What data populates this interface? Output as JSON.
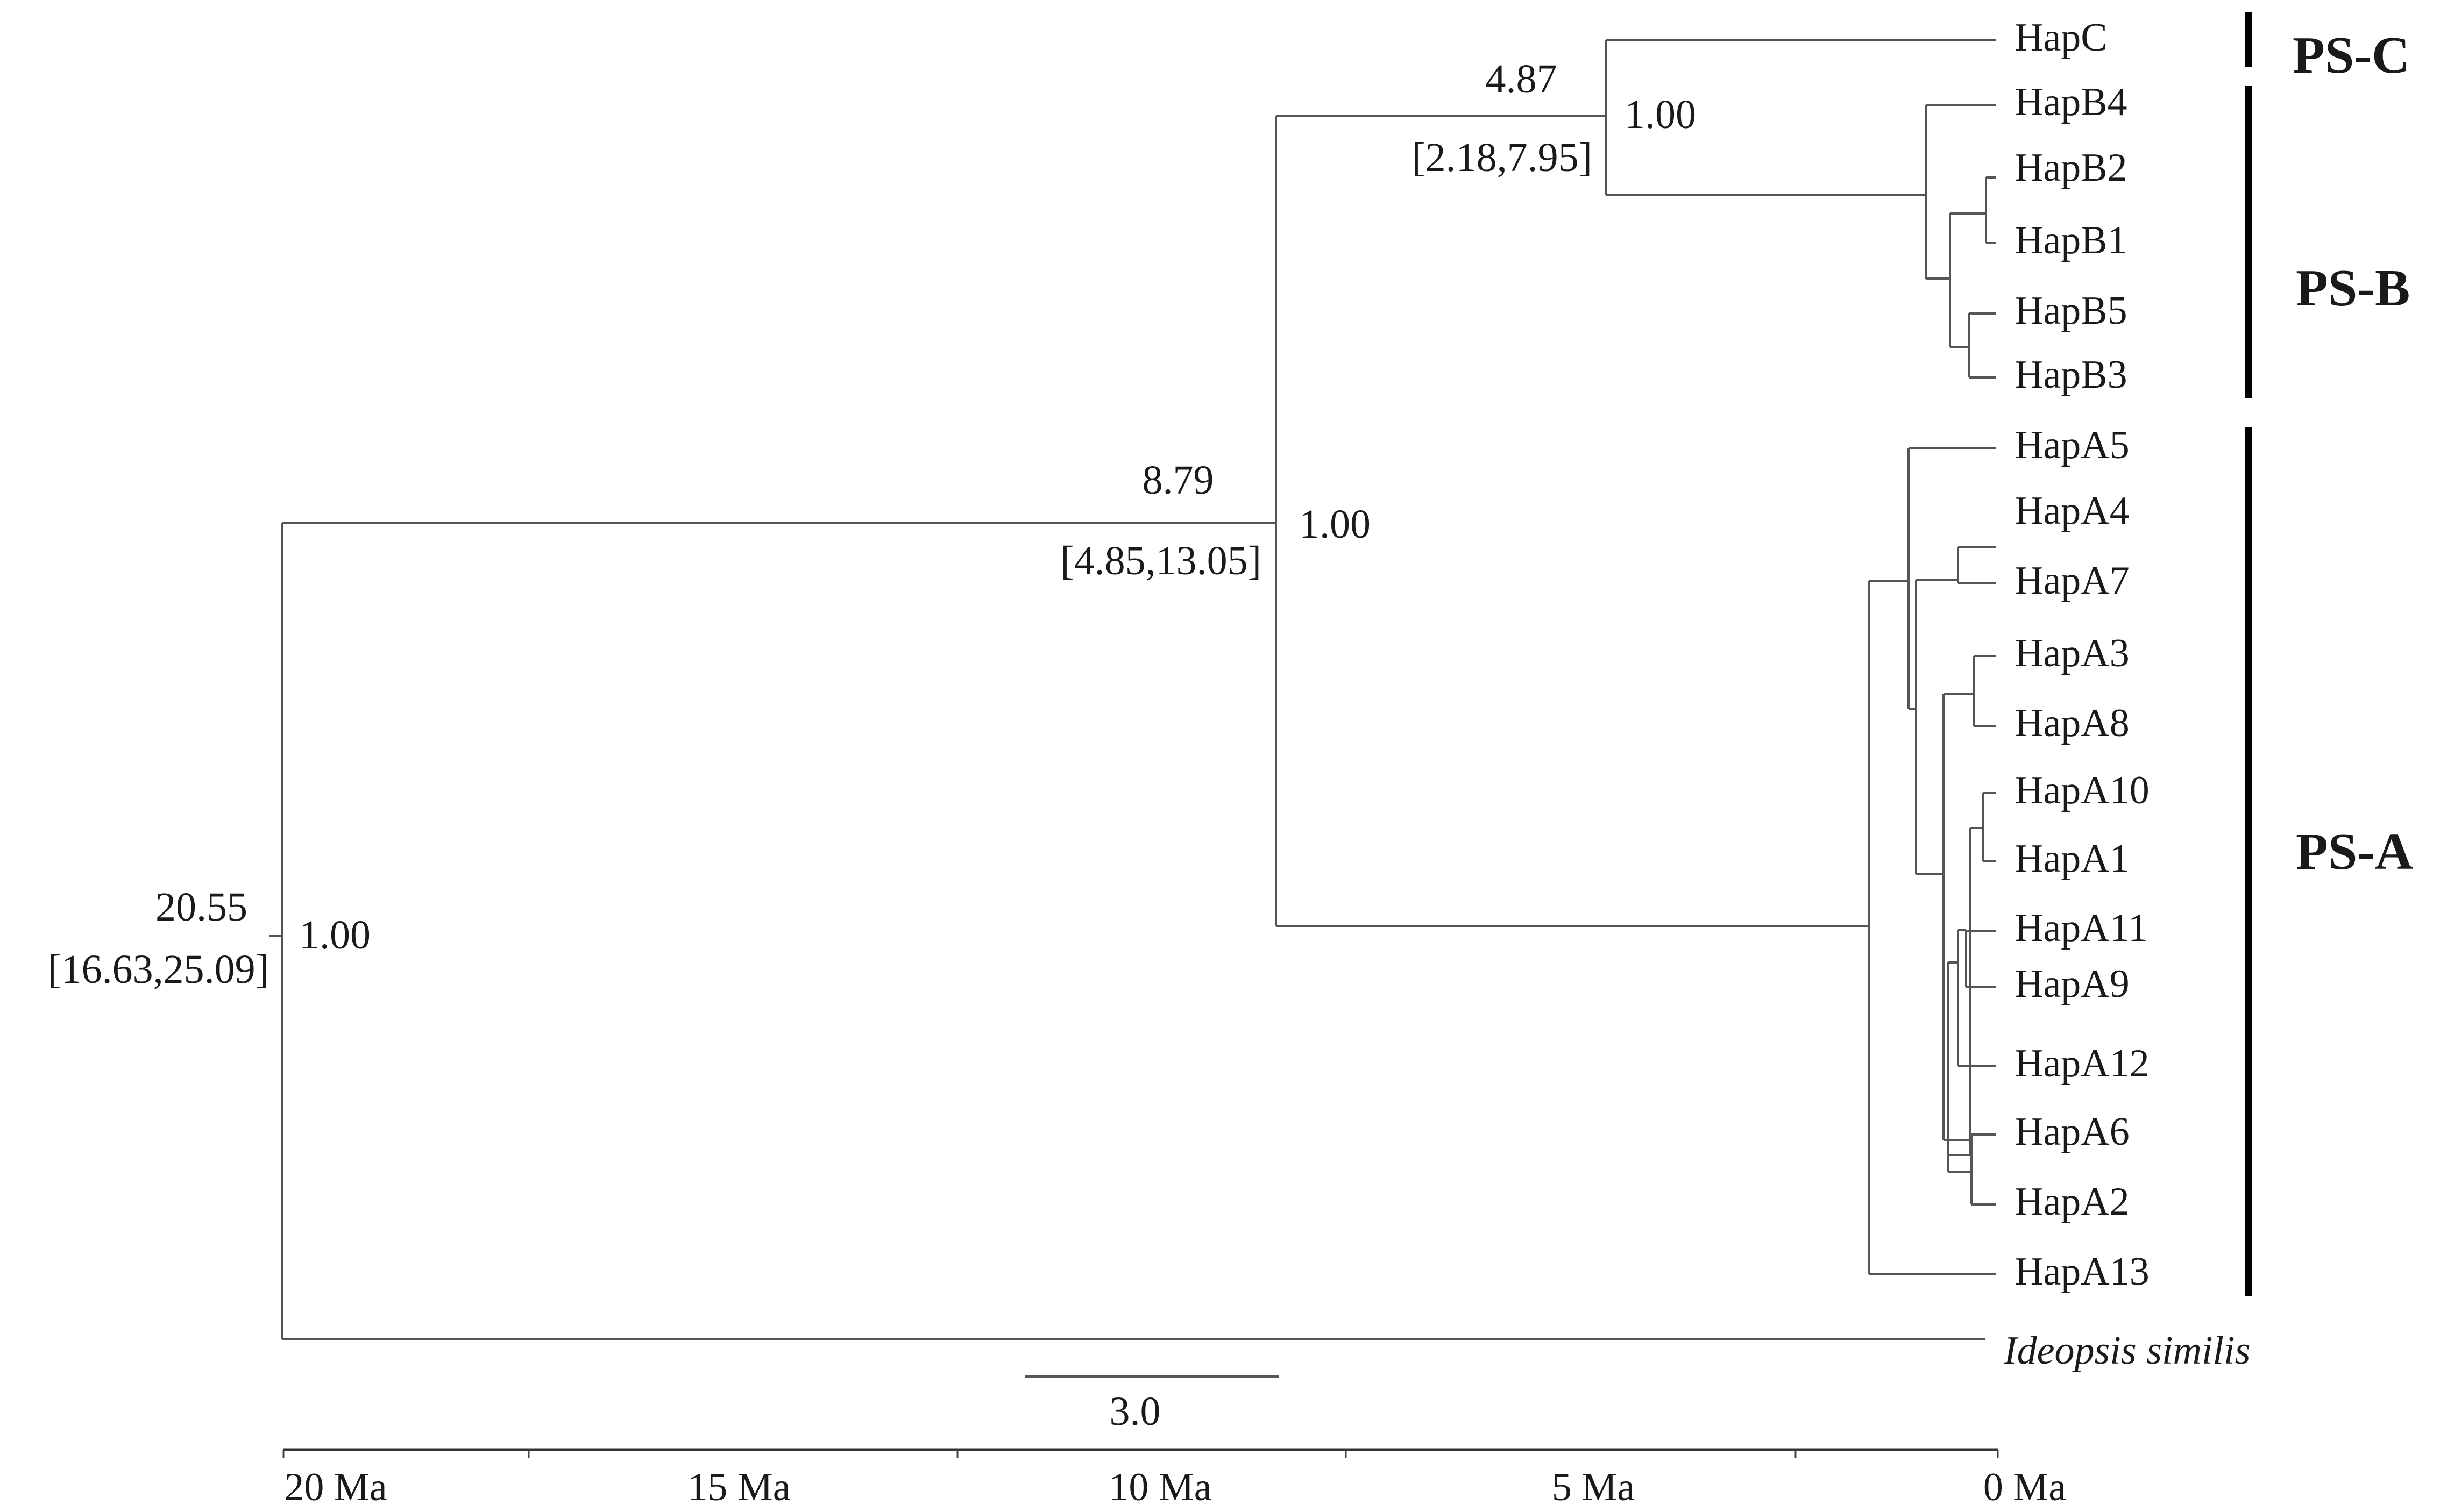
{
  "tree": {
    "root": {
      "age": "20.55",
      "ci": "[16.63,25.09]",
      "support": "1.00"
    },
    "nodeMid": {
      "age": "8.79",
      "ci": "[4.85,13.05]",
      "support": "1.00"
    },
    "nodeBC": {
      "age": "4.87",
      "ci": "[2.18,7.95]",
      "support": "1.00"
    },
    "tips": {
      "HapC": "HapC",
      "HapB4": "HapB4",
      "HapB2": "HapB2",
      "HapB1": "HapB1",
      "HapB5": "HapB5",
      "HapB3": "HapB3",
      "HapA5": "HapA5",
      "HapA4": "HapA4",
      "HapA7": "HapA7",
      "HapA3": "HapA3",
      "HapA8": "HapA8",
      "HapA10": "HapA10",
      "HapA1": "HapA1",
      "HapA11": "HapA11",
      "HapA9": "HapA9",
      "HapA12": "HapA12",
      "HapA6": "HapA6",
      "HapA2": "HapA2",
      "HapA13": "HapA13",
      "outgroup": "Ideopsis similis"
    }
  },
  "clades": {
    "c": "PS-C",
    "b": "PS-B",
    "a": "PS-A"
  },
  "scale_bar": {
    "label": "3.0"
  },
  "time_axis": {
    "ticks": [
      "20 Ma",
      "15 Ma",
      "10 Ma",
      "5 Ma",
      "0 Ma"
    ]
  },
  "colors": {
    "branch": "#555555",
    "text": "#1a1a1a",
    "clade_bar": "#000000"
  }
}
